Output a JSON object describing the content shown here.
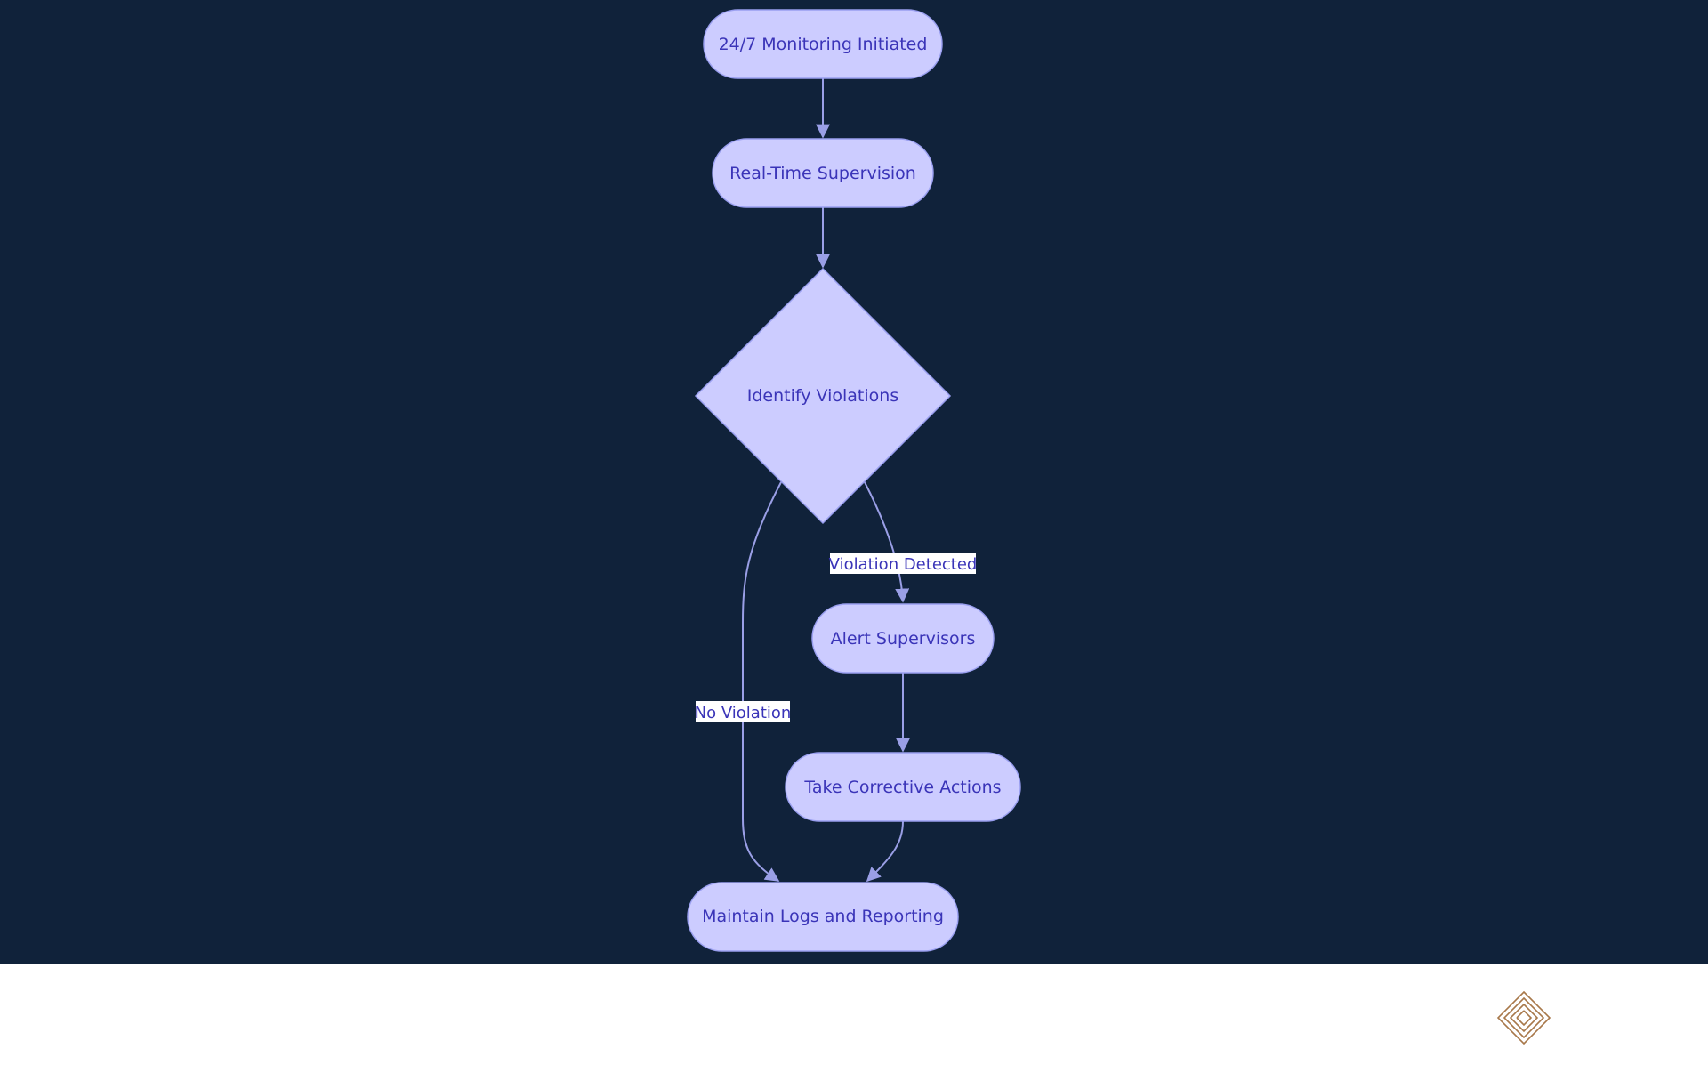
{
  "colors": {
    "background": "#10223a",
    "node_fill": "#ccccff",
    "node_stroke": "#9a9ff0",
    "node_text": "#3a34b8",
    "edge": "#9a9fe6",
    "edge_label_bg": "#ffffff",
    "edge_label_text": "#3a34b8",
    "footer": "#ffffff",
    "logo": "#a8784a"
  },
  "diagram": {
    "nodes": [
      {
        "id": "monitoring",
        "label": "24/7 Monitoring Initiated",
        "shape": "stadium"
      },
      {
        "id": "supervision",
        "label": "Real-Time Supervision",
        "shape": "stadium"
      },
      {
        "id": "identify",
        "label": "Identify Violations",
        "shape": "diamond"
      },
      {
        "id": "alert",
        "label": "Alert Supervisors",
        "shape": "stadium"
      },
      {
        "id": "corrective",
        "label": "Take Corrective Actions",
        "shape": "stadium"
      },
      {
        "id": "logs",
        "label": "Maintain Logs and Reporting",
        "shape": "stadium"
      }
    ],
    "edges": [
      {
        "from": "monitoring",
        "to": "supervision",
        "label": ""
      },
      {
        "from": "supervision",
        "to": "identify",
        "label": ""
      },
      {
        "from": "identify",
        "to": "alert",
        "label": "Violation Detected"
      },
      {
        "from": "identify",
        "to": "logs",
        "label": "No Violation"
      },
      {
        "from": "alert",
        "to": "corrective",
        "label": ""
      },
      {
        "from": "corrective",
        "to": "logs",
        "label": ""
      }
    ]
  },
  "footer": {
    "logo_icon": "diamond-spiral-logo-icon"
  }
}
